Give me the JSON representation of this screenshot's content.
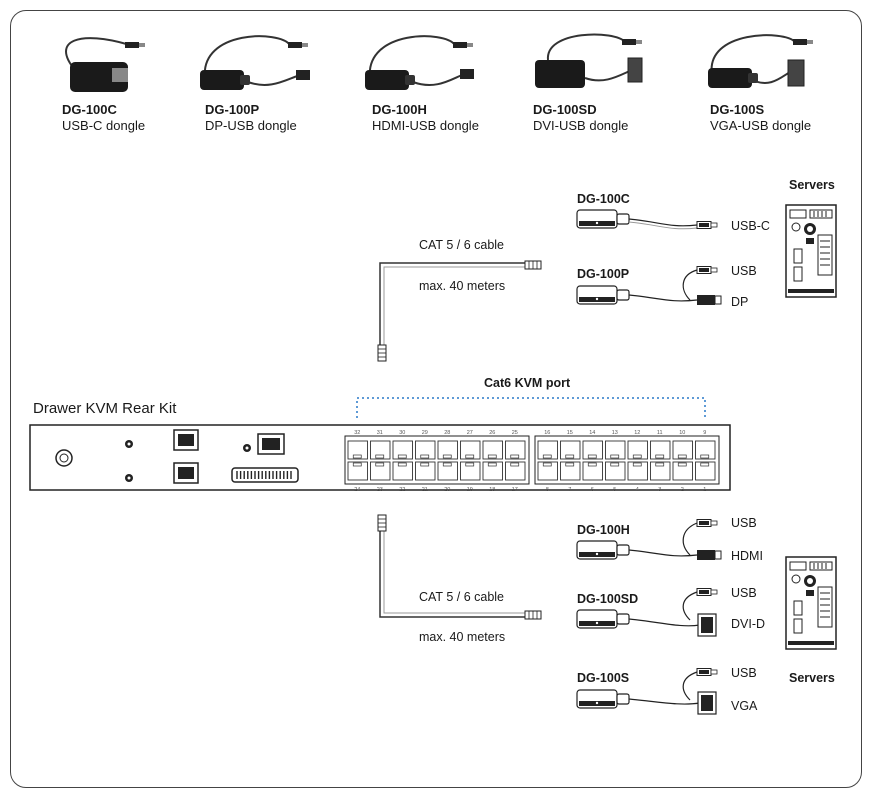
{
  "top_dongles": [
    {
      "model": "DG-100C",
      "desc": "USB-C dongle"
    },
    {
      "model": "DG-100P",
      "desc": "DP-USB dongle"
    },
    {
      "model": "DG-100H",
      "desc": "HDMI-USB dongle"
    },
    {
      "model": "DG-100SD",
      "desc": "DVI-USB dongle"
    },
    {
      "model": "DG-100S",
      "desc": "VGA-USB dongle"
    }
  ],
  "servers_label": "Servers",
  "upper_cable": {
    "type": "CAT 5 / 6 cable",
    "length": "max. 40 meters"
  },
  "lower_cable": {
    "type": "CAT 5 / 6 cable",
    "length": "max. 40 meters"
  },
  "port_title": "Cat6 KVM port",
  "kit_title": "Drawer KVM Rear Kit",
  "upper_adapters": [
    {
      "model": "DG-100C",
      "connectors": [
        "USB-C"
      ]
    },
    {
      "model": "DG-100P",
      "connectors": [
        "USB",
        "DP"
      ]
    }
  ],
  "lower_adapters": [
    {
      "model": "DG-100H",
      "connectors": [
        "USB",
        "HDMI"
      ]
    },
    {
      "model": "DG-100SD",
      "connectors": [
        "USB",
        "DVI-D"
      ]
    },
    {
      "model": "DG-100S",
      "connectors": [
        "USB",
        "VGA"
      ]
    }
  ],
  "ports": {
    "top_left": [
      "32",
      "31",
      "30",
      "29",
      "28",
      "27",
      "26",
      "25"
    ],
    "bottom_left": [
      "24",
      "23",
      "22",
      "21",
      "20",
      "19",
      "18",
      "17"
    ],
    "top_right": [
      "16",
      "15",
      "14",
      "13",
      "12",
      "11",
      "10",
      "9"
    ],
    "bottom_right": [
      "8",
      "7",
      "6",
      "5",
      "4",
      "3",
      "2",
      "1"
    ]
  },
  "colors": {
    "accent_dotted": "#2a78c8",
    "line": "#333333"
  }
}
